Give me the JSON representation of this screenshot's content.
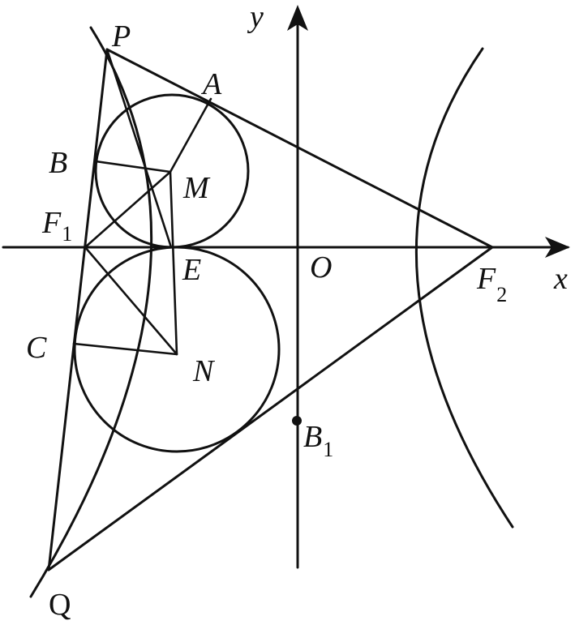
{
  "labels": {
    "P": "P",
    "A": "A",
    "B": "B",
    "M": "M",
    "F1": "F",
    "F1_sub": "1",
    "E": "E",
    "O": "O",
    "F2": "F",
    "F2_sub": "2",
    "x_axis": "x",
    "y_axis": "y",
    "C": "C",
    "N": "N",
    "B1": "B",
    "B1_sub": "1",
    "Q": "Q"
  }
}
